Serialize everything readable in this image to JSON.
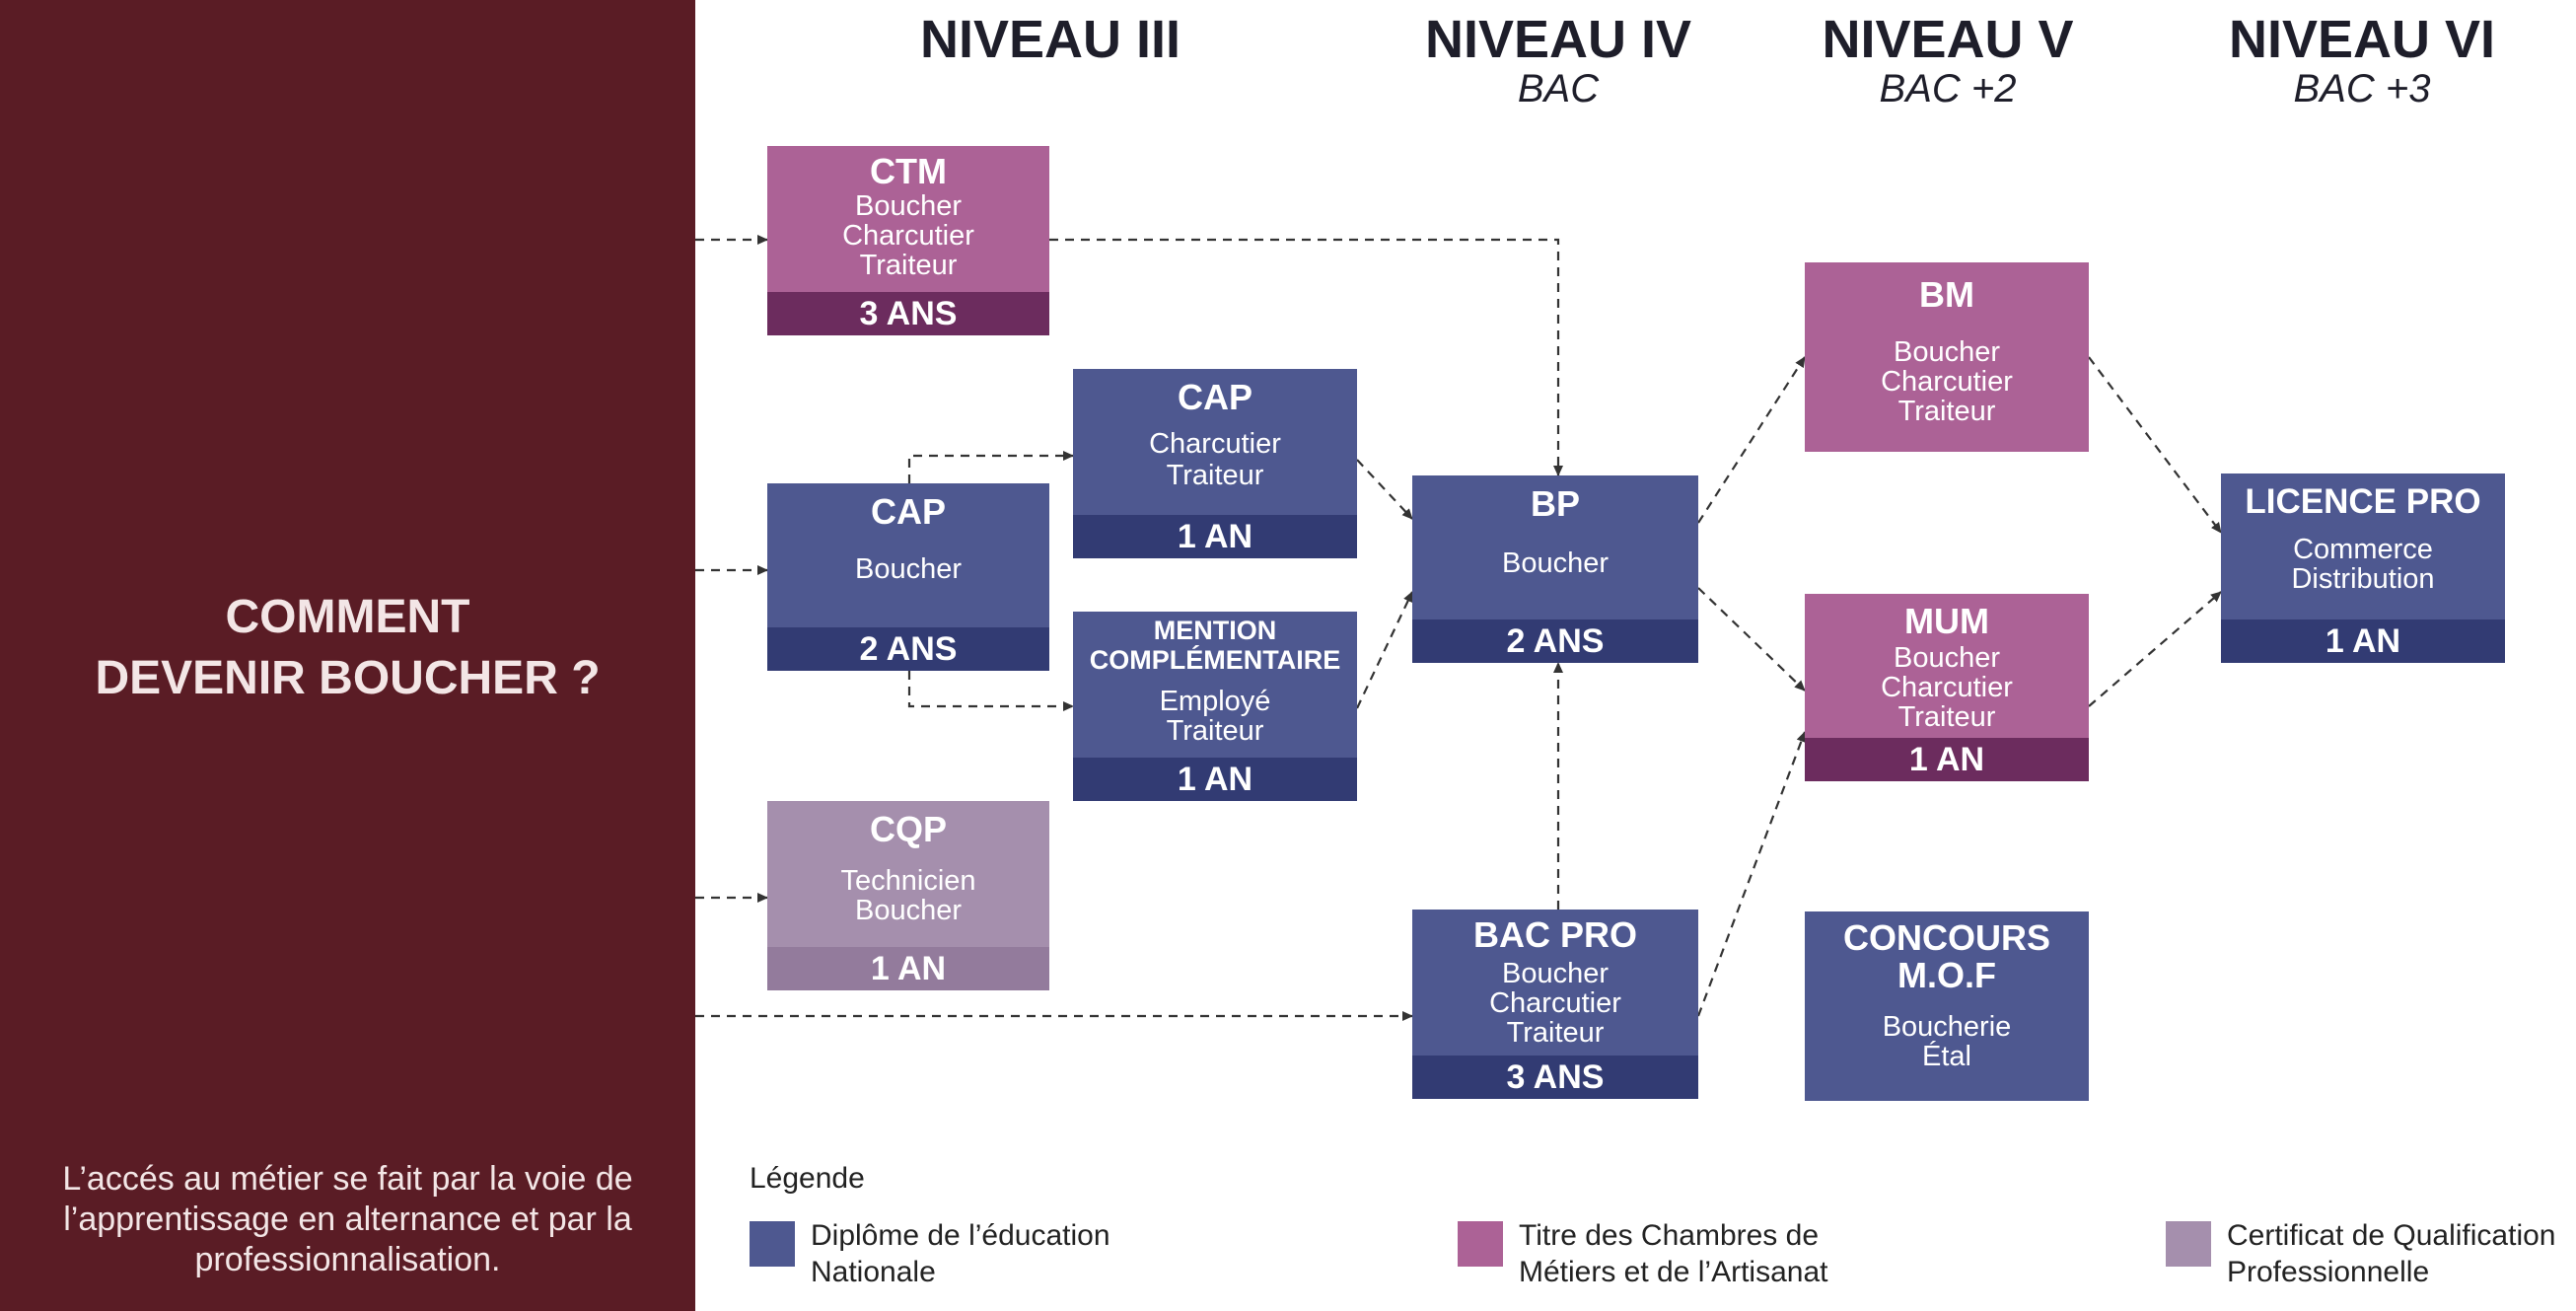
{
  "sidebar": {
    "title_line1": "COMMENT",
    "title_line2": "DEVENIR BOUCHER ?",
    "note": "L’accés au métier se fait par la voie de l’apprentissage en alternance et par la professionnalisation."
  },
  "levels": [
    {
      "name": "NIVEAU III",
      "sub": ""
    },
    {
      "name": "NIVEAU IV",
      "sub": "BAC"
    },
    {
      "name": "NIVEAU V",
      "sub": "BAC +2"
    },
    {
      "name": "NIVEAU VI",
      "sub": "BAC +3"
    }
  ],
  "boxes": {
    "ctm": {
      "title": "CTM",
      "l1": "Boucher",
      "l2": "Charcutier",
      "l3": "Traiteur",
      "dur": "3 ANS",
      "category": "cma"
    },
    "cap_boucher": {
      "title": "CAP",
      "l1": "Boucher",
      "dur": "2 ANS",
      "category": "en"
    },
    "cap_charcutier": {
      "title": "CAP",
      "l1": "Charcutier",
      "l2": "Traiteur",
      "dur": "1 AN",
      "category": "en"
    },
    "mention": {
      "t1": "MENTION",
      "t2": "COMPLÉMENTAIRE",
      "l1": "Employé",
      "l2": "Traiteur",
      "dur": "1 AN",
      "category": "en"
    },
    "cqp": {
      "title": "CQP",
      "l1": "Technicien",
      "l2": "Boucher",
      "dur": "1 AN",
      "category": "cqp"
    },
    "bp": {
      "title": "BP",
      "l1": "Boucher",
      "dur": "2 ANS",
      "category": "en"
    },
    "bac_pro": {
      "title": "BAC PRO",
      "l1": "Boucher",
      "l2": "Charcutier",
      "l3": "Traiteur",
      "dur": "3 ANS",
      "category": "en"
    },
    "bm": {
      "title": "BM",
      "l1": "Boucher",
      "l2": "Charcutier",
      "l3": "Traiteur",
      "category": "cma"
    },
    "mum": {
      "title": "MUM",
      "l1": "Boucher",
      "l2": "Charcutier",
      "l3": "Traiteur",
      "dur": "1 AN",
      "category": "cma"
    },
    "concours": {
      "t1": "CONCOURS",
      "t2": "M.O.F",
      "l1": "Boucherie",
      "l2": "Étal",
      "category": "en"
    },
    "licence": {
      "title": "LICENCE PRO",
      "l1": "Commerce",
      "l2": "Distribution",
      "dur": "1 AN",
      "category": "en"
    }
  },
  "legend": {
    "title": "Légende",
    "items": [
      {
        "line1": "Diplôme de l’éducation",
        "line2": "Nationale",
        "color": "#4e5890"
      },
      {
        "line1": "Titre des Chambres de",
        "line2": "Métiers et de l’Artisanat",
        "color": "#ac6296"
      },
      {
        "line1": "Certificat de Qualification",
        "line2": "Professionnelle",
        "color": "#a58fad"
      }
    ]
  },
  "colors": {
    "sidebar": "#5a1c25",
    "navy": "#4e5890",
    "navy_dark": "#323b73",
    "magenta": "#ac6296",
    "magenta_dark": "#6c2c5e",
    "lavender": "#a58fad",
    "lavender_dark": "#937b9c"
  }
}
